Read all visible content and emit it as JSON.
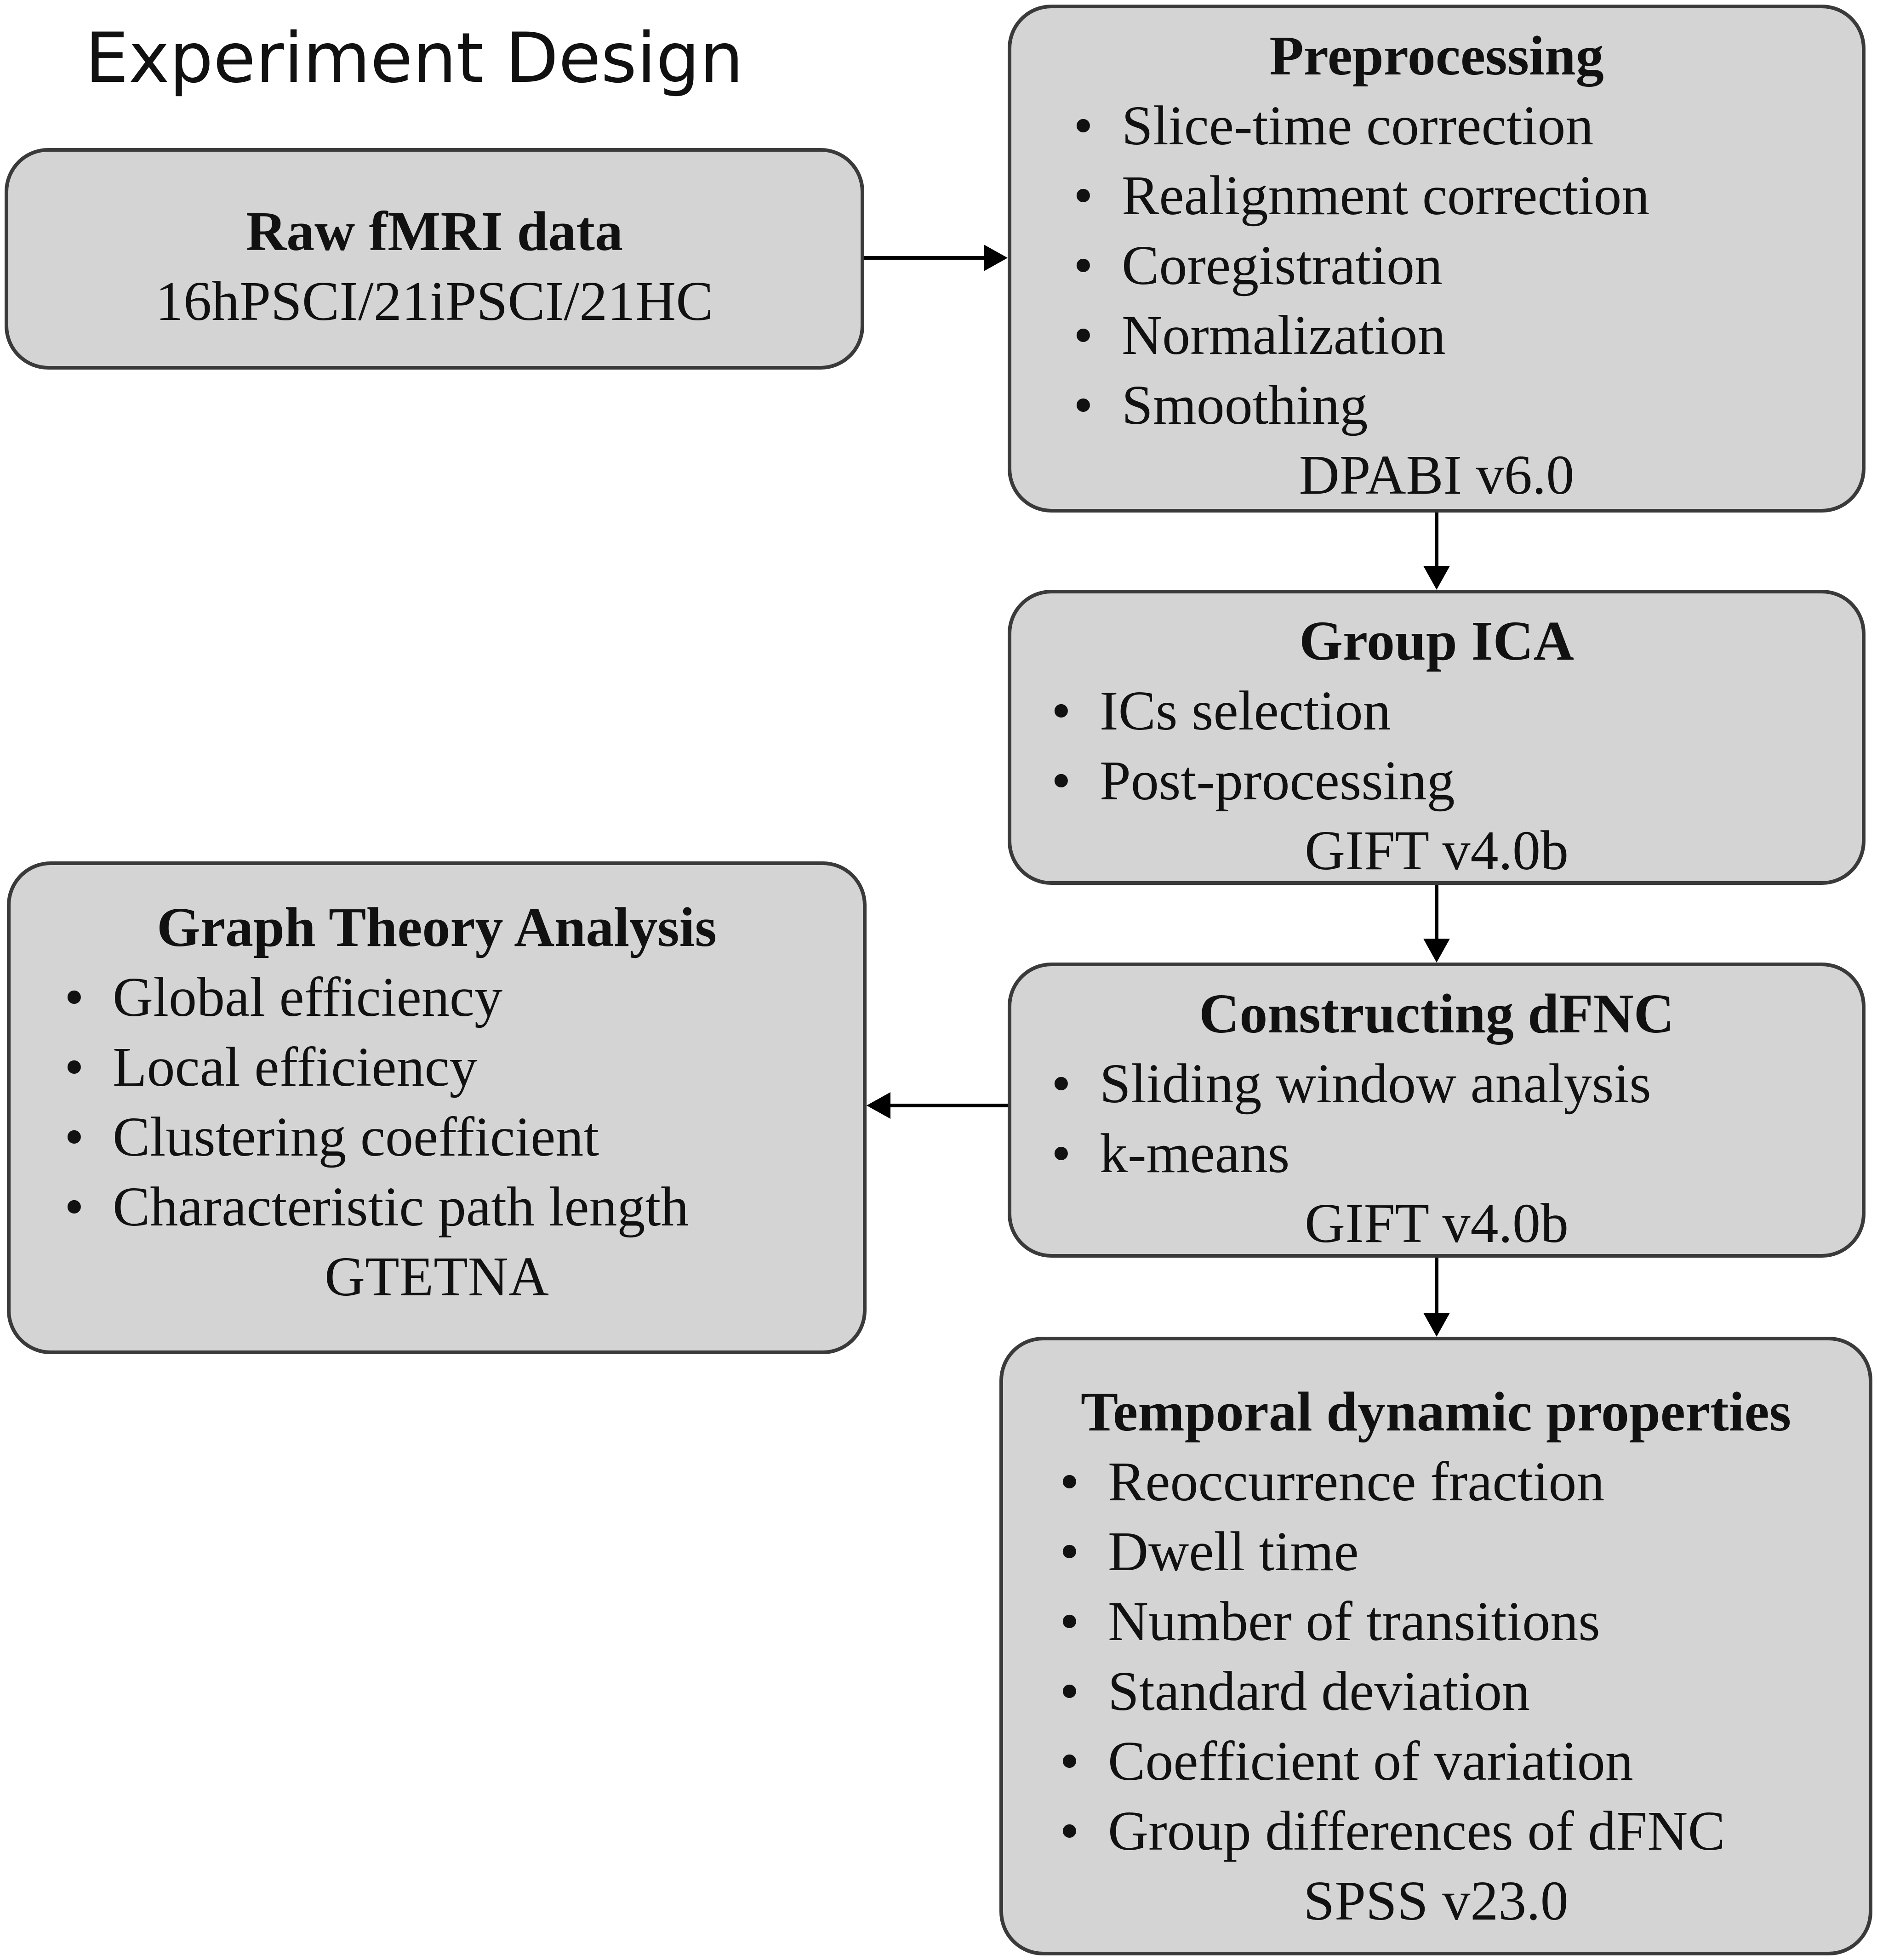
{
  "title": "Experiment Design",
  "raw_data": {
    "heading": "Raw fMRI data",
    "subtitle": "16hPSCI/21iPSCI/21HC"
  },
  "preprocessing": {
    "heading": "Preprocessing",
    "items": [
      "Slice-time correction",
      "Realignment correction",
      "Coregistration",
      "Normalization",
      "Smoothing"
    ],
    "tool": "DPABI v6.0"
  },
  "group_ica": {
    "heading": "Group ICA",
    "items": [
      "ICs selection",
      "Post-processing"
    ],
    "tool": "GIFT v4.0b"
  },
  "dfnc": {
    "heading": "Constructing dFNC",
    "items": [
      "Sliding window analysis",
      "k-means"
    ],
    "tool": "GIFT v4.0b"
  },
  "graph_theory": {
    "heading": "Graph Theory Analysis",
    "items": [
      "Global efficiency",
      "Local efficiency",
      "Clustering coefficient",
      "Characteristic path length"
    ],
    "tool": "GTETNA"
  },
  "temporal": {
    "heading": "Temporal dynamic properties",
    "items": [
      "Reoccurrence fraction",
      "Dwell time",
      "Number of transitions",
      "Standard deviation",
      "Coefficient of variation",
      "Group differences of dFNC"
    ],
    "tool": "SPSS v23.0"
  },
  "colors": {
    "box_fill": "#d4d4d4",
    "box_border": "#3a3a3a",
    "arrow": "#000000"
  }
}
